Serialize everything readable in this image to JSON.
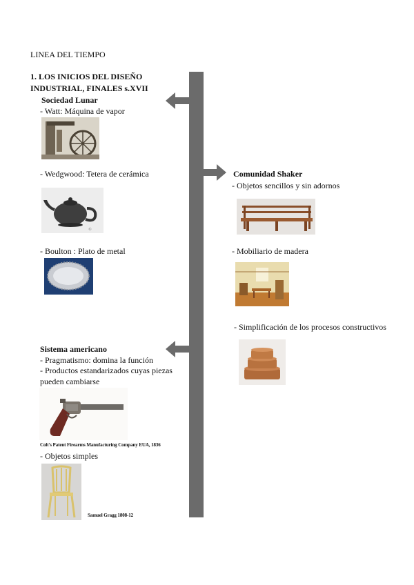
{
  "page": {
    "heading": "LINEA DEL TIEMPO"
  },
  "section1": {
    "title_line1": "1. LOS INICIOS DEL DISEÑO",
    "title_line2": "INDUSTRIAL,  FINALES s.XVII",
    "subtitle": "Sociedad Lunar",
    "items": [
      {
        "label": "-  Watt: Máquina de vapor",
        "image": "steam-engine-photo"
      },
      {
        "label": "-  Wedgwood: Tetera de cerámica",
        "image": "teapot-photo"
      },
      {
        "label": "-  Boulton : Plato de metal",
        "image": "metal-plate-photo"
      }
    ]
  },
  "shaker": {
    "title": "Comunidad Shaker",
    "items": [
      {
        "label": "- Objetos sencillos y sin adornos",
        "image": "bench-photo"
      },
      {
        "label": "- Mobiliario de madera",
        "image": "interior-photo"
      },
      {
        "label": "- Simplificación de los procesos constructivos",
        "image": "wooden-boxes-photo"
      }
    ]
  },
  "american": {
    "title": "Sistema americano",
    "line1": "- Pragmatismo: domina la función",
    "line2": "- Productos estandarizados cuyas piezas",
    "line3": "pueden cambiarse",
    "revolver_caption": "Colt's Patent Firearms  Manufacturing Company  EUA,  1836",
    "line4": "- Objetos simples",
    "chair_caption": "Samuel Gragg  1808-12"
  },
  "colors": {
    "timeline": "#6b6b6b",
    "text": "#111111"
  }
}
